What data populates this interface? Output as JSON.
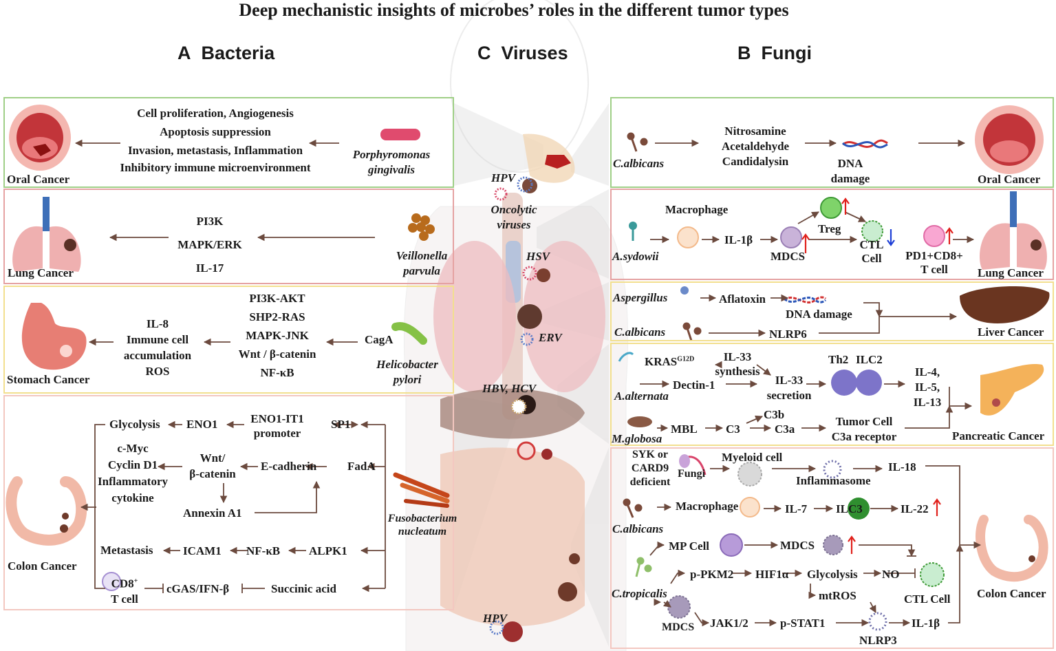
{
  "title": "Deep mechanistic insights of microbes’ roles in the different tumor types",
  "sections": {
    "bacteria": {
      "letter": "A",
      "name": "Bacteria"
    },
    "viruses": {
      "letter": "C",
      "name": "Viruses"
    },
    "fungi": {
      "letter": "B",
      "name": "Fungi"
    }
  },
  "bacteria": {
    "oral": {
      "cancer": "Oral Cancer",
      "effects": [
        "Cell proliferation, Angiogenesis",
        "Apoptosis suppression",
        "Invasion, metastasis, Inflammation",
        "Inhibitory immune microenvironment"
      ],
      "microbe": [
        "Porphyromonas",
        "gingivalis"
      ]
    },
    "lung": {
      "cancer": "Lung Cancer",
      "pathways": [
        "PI3K",
        "MAPK/ERK",
        "IL-17"
      ],
      "microbe": [
        "Veillonella",
        "parvula"
      ]
    },
    "stomach": {
      "cancer": "Stomach Cancer",
      "effects": [
        "IL-8",
        "Immune cell",
        "accumulation",
        "ROS"
      ],
      "pathways": [
        "PI3K-AKT",
        "SHP2-RAS",
        "MAPK-JNK",
        "Wnt / β-catenin",
        "NF-κB"
      ],
      "factor": "CagA",
      "microbe": [
        "Helicobacter",
        "pylori"
      ]
    },
    "colon": {
      "cancer": "Colon Cancer",
      "glycolysis": "Glycolysis",
      "eno1": "ENO1",
      "eno1_it1": [
        "ENO1-IT1",
        "promoter"
      ],
      "sp1": "SP1",
      "outcomes": [
        "c-Myc",
        "Cyclin D1",
        "Inflammatory",
        "cytokine"
      ],
      "wnt": [
        "Wnt/",
        "β-catenin"
      ],
      "ecadherin": "E-cadherin",
      "fada": "FadA",
      "annexin": "Annexin A1",
      "metastasis": "Metastasis",
      "icam1": "ICAM1",
      "nfkb": "NF-κB",
      "alpk1": "ALPK1",
      "cd8": [
        "CD8",
        "+",
        "T cell"
      ],
      "cgas": "cGAS/IFN-β",
      "succinic": "Succinic acid",
      "microbe": [
        "Fusobacterium",
        "nucleatum"
      ]
    }
  },
  "viruses": {
    "hpv_top": "HPV",
    "oncolytic": [
      "Oncolytic",
      "viruses"
    ],
    "hsv": "HSV",
    "erv": "ERV",
    "hbv": "HBV, HCV",
    "hpv_bottom": "HPV"
  },
  "fungi": {
    "oral": {
      "microbe": "C.albicans",
      "products": [
        "Nitrosamine",
        "Acetaldehyde",
        "Candidalysin"
      ],
      "dna": [
        "DNA",
        "damage"
      ],
      "cancer": "Oral Cancer"
    },
    "lung": {
      "microbe": "A.sydowii",
      "macrophage": "Macrophage",
      "il1b": "IL-1β",
      "mdcs": "MDCS",
      "treg": "Treg",
      "ctl": [
        "CTL",
        "Cell"
      ],
      "pd1": [
        "PD1+CD8+",
        "T cell"
      ],
      "cancer": "Lung Cancer"
    },
    "liver": {
      "microbe1": "Aspergillus",
      "aflatoxin": "Aflatoxin",
      "dna": "DNA damage",
      "microbe2": "C.albicans",
      "nlrp6": "NLRP6",
      "cancer": "Liver Cancer"
    },
    "pancreas": {
      "kras": "KRAS",
      "kras_sup": "G12D",
      "il33_syn": [
        "IL-33",
        "synthesis"
      ],
      "il33_sec": [
        "IL-33",
        "secretion"
      ],
      "dectin": "Dectin-1",
      "th2": "Th2",
      "ilc2": "ILC2",
      "ils": [
        "IL-4,",
        "IL-5,",
        "IL-13"
      ],
      "microbe1": "A.alternata",
      "microbe2": "M.globosa",
      "mbl": "MBL",
      "c3": "C3",
      "c3b": "C3b",
      "c3a": "C3a",
      "tumor": [
        "Tumor Cell",
        "C3a receptor"
      ],
      "cancer": "Pancreatic Cancer"
    },
    "colon": {
      "syk": [
        "SYK or",
        "CARD9",
        "deficient"
      ],
      "fungi": "Fungi",
      "myeloid": "Myeloid cell",
      "inflammasome": "Inflammasome",
      "il18": "IL-18",
      "microbe1": "C.albicans",
      "macrophage": "Macrophage",
      "il7": "IL-7",
      "ilc3": "ILC3",
      "il22": "IL-22",
      "mp": "MP Cell",
      "mdcs": "MDCS",
      "microbe2": "C.tropicalis",
      "ppkm2": "p-PKM2",
      "hif": "HIF1α",
      "glycolysis": "Glycolysis",
      "no": "NO",
      "mtros": "mtROS",
      "ctl": "CTL Cell",
      "mdcs2": "MDCS",
      "jak": "JAK1/2",
      "pstat": "p-STAT1",
      "nlrp3": "NLRP3",
      "il1b": "IL-1β",
      "cancer": "Colon Cancer"
    }
  },
  "colors": {
    "green_box": "#9fcf86",
    "red_box": "#e5a2a2",
    "yellow_box": "#f2df8e",
    "pink_box": "#f3c7c0",
    "arrow": "#6b4a3e",
    "up_arrow": "#e0201b",
    "down_arrow": "#1e3fd6"
  }
}
